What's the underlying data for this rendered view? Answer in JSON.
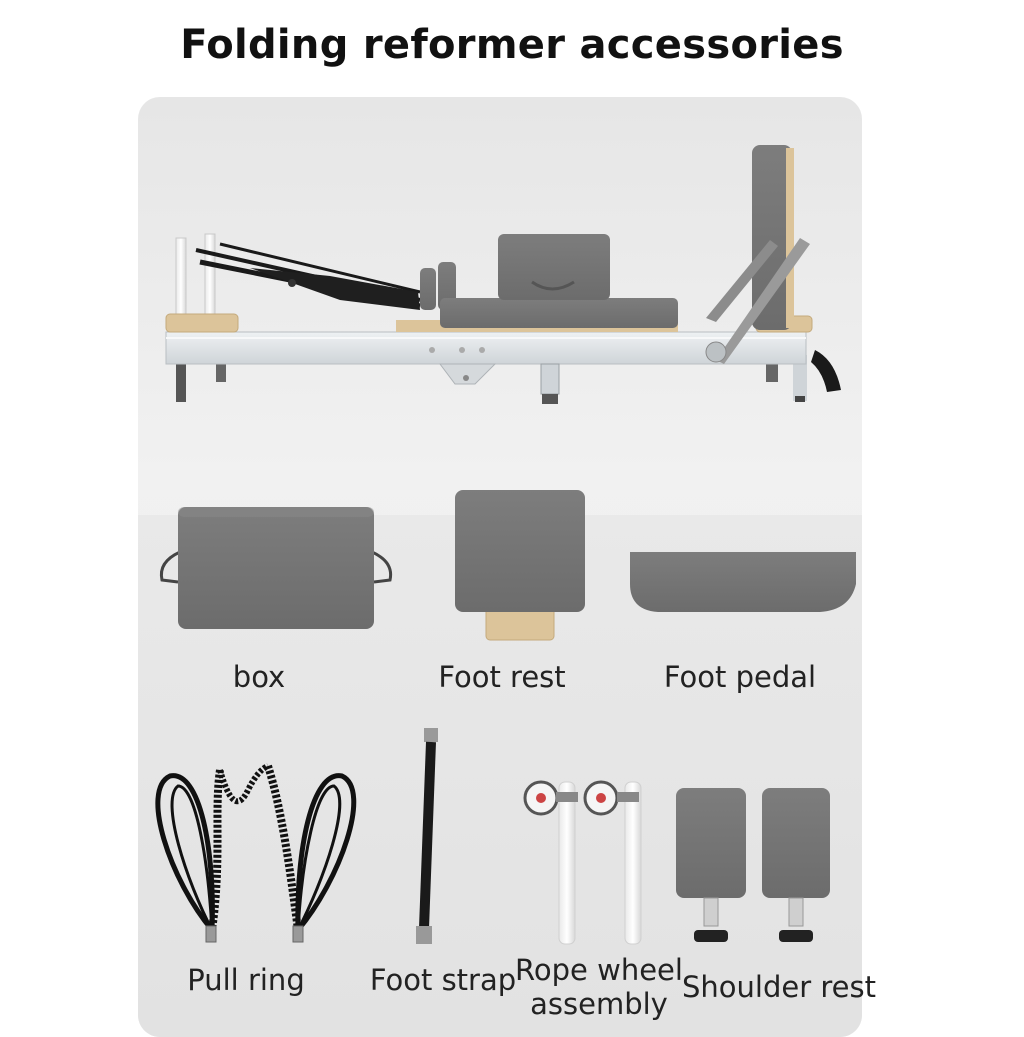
{
  "title": "Folding reformer accessories",
  "accessories": [
    {
      "label": "box",
      "icon": "box-accessory-icon"
    },
    {
      "label": "Foot rest",
      "icon": "foot-rest-icon"
    },
    {
      "label": "Foot pedal",
      "icon": "foot-pedal-icon"
    },
    {
      "label": "Pull ring",
      "icon": "pull-ring-icon"
    },
    {
      "label": "Foot strap",
      "icon": "foot-strap-icon"
    },
    {
      "label": "Rope wheel assembly",
      "icon": "rope-wheel-icon"
    },
    {
      "label": "Shoulder rest",
      "icon": "shoulder-rest-icon"
    }
  ],
  "colors": {
    "pad": "#767676",
    "frame": "#dde1e3",
    "wood": "#dcc49a",
    "strap": "#1a1a1a"
  }
}
